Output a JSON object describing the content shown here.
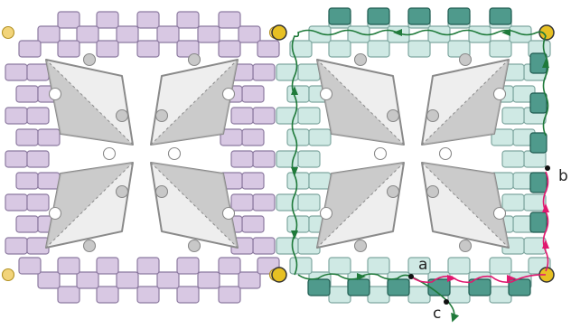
{
  "diagram": {
    "labels": {
      "a": "a",
      "b": "b",
      "c": "c"
    },
    "colors": {
      "background": "#ffffff",
      "lavender_bead": "#d8c8e3",
      "lavender_stroke": "#8c7aa0",
      "mint_bead": "#cfe9e4",
      "mint_stroke": "#7fa7a0",
      "teal_bead": "#4f9a8c",
      "teal_stroke": "#1f5b50",
      "gold_bead": "#f2d47a",
      "gold_stroke": "#b29123",
      "gold_bead_active": "#e7c023",
      "petal_fill": "#eeeeee",
      "petal_shadow": "#bfbfbf",
      "petal_stroke": "#8a8a8a",
      "small_grey_bead": "#c8c8c8",
      "small_white_bead": "#ffffff",
      "thread_green": "#1f7a3a",
      "thread_magenta": "#e0186f",
      "label_text": "#222222"
    },
    "left_motif": {
      "bead_color": "lavender",
      "corner_bead_color": "gold",
      "petal_count": 4,
      "has_thread_path": false
    },
    "right_motif": {
      "bead_color": "mint",
      "highlighted_bead_color": "teal",
      "corner_bead_color": "gold-active",
      "petal_count": 4,
      "has_thread_path": true,
      "thread_paths": [
        "green",
        "magenta"
      ]
    }
  }
}
